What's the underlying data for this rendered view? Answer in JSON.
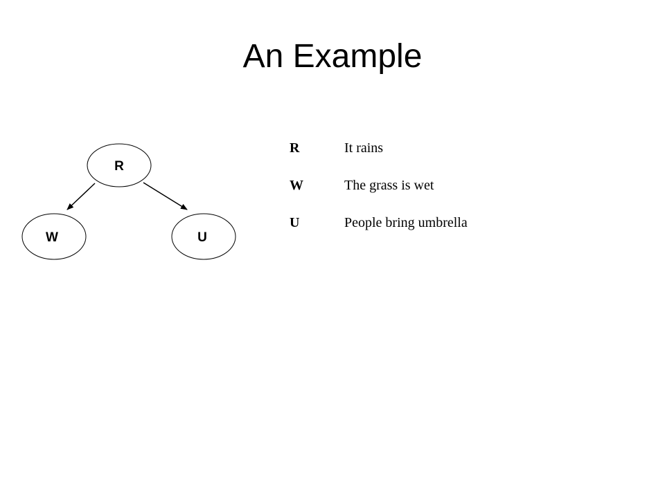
{
  "slide": {
    "title": "An Example"
  },
  "diagram": {
    "nodes": [
      {
        "id": "R",
        "label": "R"
      },
      {
        "id": "W",
        "label": "W"
      },
      {
        "id": "U",
        "label": "U"
      }
    ],
    "edges": [
      {
        "from": "R",
        "to": "W"
      },
      {
        "from": "R",
        "to": "U"
      }
    ]
  },
  "legend": [
    {
      "var": "R",
      "desc": "It rains"
    },
    {
      "var": "W",
      "desc": "The grass is wet"
    },
    {
      "var": "U",
      "desc": "People bring umbrella"
    }
  ]
}
